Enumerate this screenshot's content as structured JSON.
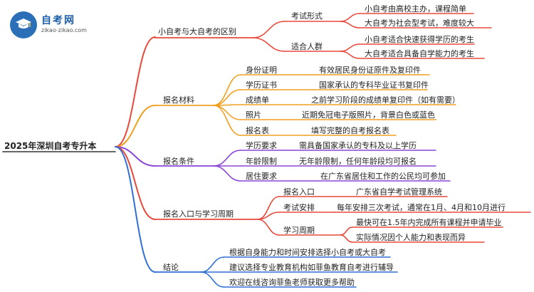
{
  "logo": {
    "name": "自考网",
    "url": "zikao-zikao.com"
  },
  "root": "2025年深圳自考专升本",
  "colors": {
    "red": "#e8493a",
    "orange": "#f0a020",
    "purple": "#8a46d6",
    "blue": "#2f6fd6",
    "logo": "#2a6fb7"
  },
  "branches": [
    {
      "label": "小自考与大自考的区别",
      "groups": [
        {
          "label": "考试形式",
          "items": [
            "小自考由高校主办，课程简单",
            "大自考为社会型考试，难度较大"
          ]
        },
        {
          "label": "适合人群",
          "items": [
            "小自考适合快速获得学历的考生",
            "大自考适合具备自学能力的考生"
          ]
        }
      ]
    },
    {
      "label": "报名材料",
      "groups": [
        {
          "label": "身份证明",
          "items": [
            "有效居民身份证原件及复印件"
          ]
        },
        {
          "label": "学历证书",
          "items": [
            "国家承认的专科毕业证书复印件"
          ]
        },
        {
          "label": "成绩单",
          "items": [
            "之前学习阶段的成绩单复印件（如有需要）"
          ]
        },
        {
          "label": "照片",
          "items": [
            "近期免冠电子版照片，背景白色或蓝色"
          ]
        },
        {
          "label": "报名表",
          "items": [
            "填写完整的自考报名表"
          ]
        }
      ]
    },
    {
      "label": "报名条件",
      "groups": [
        {
          "label": "学历要求",
          "items": [
            "需具备国家承认的专科及以上学历"
          ]
        },
        {
          "label": "年龄限制",
          "items": [
            "无年龄限制，任何年龄段均可报名"
          ]
        },
        {
          "label": "居住要求",
          "items": [
            "在广东省居住和工作的公民均可参加"
          ]
        }
      ]
    },
    {
      "label": "报名入口与学习周期",
      "groups": [
        {
          "label": "报名入口",
          "items": [
            "广东省自学考试管理系统"
          ]
        },
        {
          "label": "考试安排",
          "items": [
            "每年安排三次考试，通常在1月、4月和10月进行"
          ]
        },
        {
          "label": "学习周期",
          "items": [
            "最快可在1.5年内完成所有课程并申请毕业",
            "实际情况因个人能力和表现而异"
          ]
        }
      ]
    },
    {
      "label": "结论",
      "items": [
        "根据自身能力和时间安排选择小自考或大自考",
        "建议选择专业教育机构如菲鱼教育自考进行辅导",
        "欢迎在线咨询菲鱼老师获取更多帮助"
      ]
    }
  ]
}
